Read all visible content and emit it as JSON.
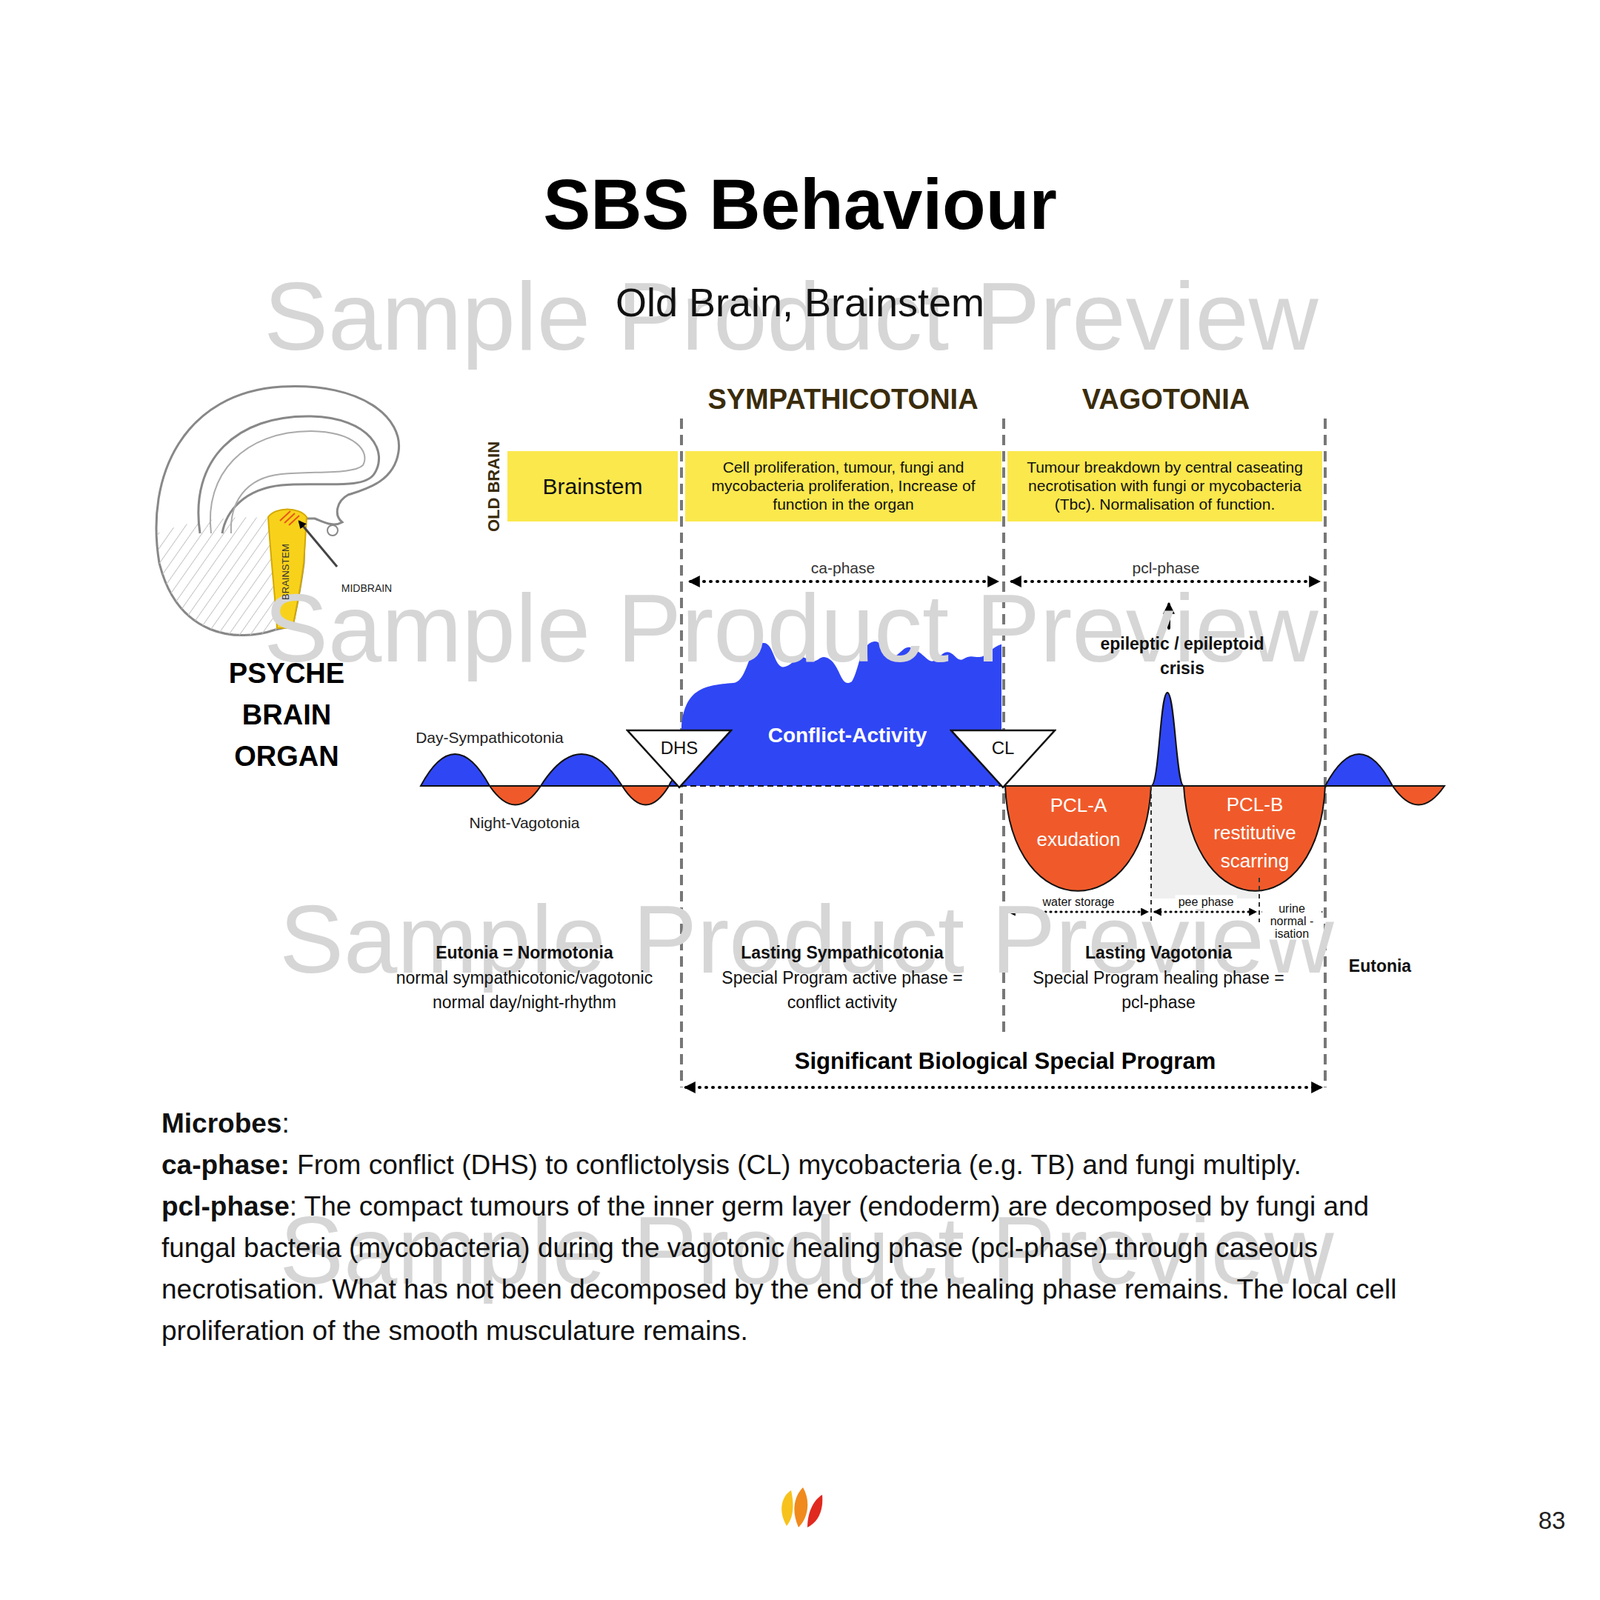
{
  "diagram": {
    "title": "SBS Behaviour",
    "nodes": [
      {
        "text": [
          "Brainstem"
        ]
      },
      {
        "text": [
          "Cell proliferation, tumour, fungi and mycobacteria proliferation, Increase of function in the organ"
        ]
      },
      {
        "text": [
          "Tumour breakdown by central caseating necrotisation with fungi or mycobacteria (Tbc). Normalisation of function."
        ]
      },
      {
        "text": [
          "DHS"
        ]
      },
      {
        "text": [
          "CL"
        ]
      }
    ],
    "labels": [
      "Sample Product Preview",
      "Old Brain, Brainstem",
      "Sample Product Preview",
      "Sample Product Preview",
      "Sample Product Preview",
      "SYMPATHICOTONIA",
      "VAGOTONIA",
      "OLD BRAIN",
      "BRAINSTEM",
      "MIDBRAIN",
      "PSYCHE BRAIN ORGAN",
      "ca-phase",
      "pcl-phase",
      "epileptic / epileptoid crisis",
      "Day-Sympathicotonia",
      "Conflict-Activity",
      "Night-Vagotonia",
      "PCL-A exudation",
      "PCL-B restitutive scarring",
      "water storage",
      "pee phase",
      "urine normal -isation",
      "Eutonia = Normotonia",
      "normal sympathicotonic/vagotonic normal day/night-rhythm",
      "Lasting Sympathicotonia",
      "Special Program active phase = conflict activity",
      "Lasting Vagotonia",
      "Special Program healing phase = pcl-phase",
      "Eutonia",
      "Significant Biological Special Program",
      "Microbes",
      ":",
      "ca-phase:",
      "From conflict (DHS) to conflictolysis (CL) mycobacteria (e.g. TB) and fungi multiply.",
      "pcl-phase",
      ": The compact tumours of the inner germ layer (endoderm) are decomposed by fungi and fungal bacteria (mycobacteria) during the vagotonic healing phase (pcl-phase) through caseous necrotisation. What has not been decomposed by the end of the healing phase remains. The local cell proliferation of the smooth musculature remains.",
      "83"
    ]
  }
}
